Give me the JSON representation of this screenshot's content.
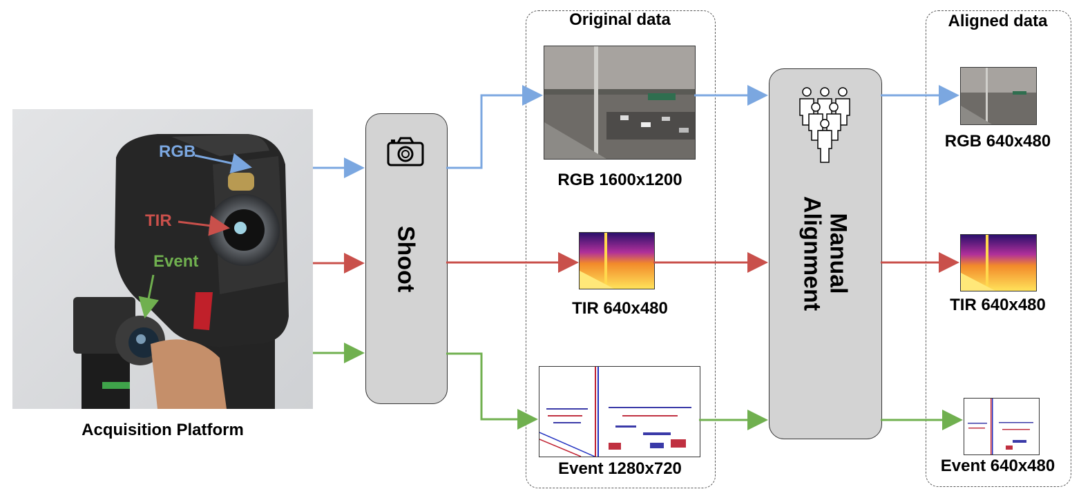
{
  "platform": {
    "caption": "Acquisition Platform",
    "callouts": {
      "rgb": "RGB",
      "tir": "TIR",
      "event": "Event"
    }
  },
  "shoot": {
    "label": "Shoot",
    "icon": "camera-icon"
  },
  "original": {
    "title": "Original data",
    "rgb_label": "RGB 1600x1200",
    "tir_label": "TIR 640x480",
    "event_label": "Event 1280x720"
  },
  "alignment": {
    "label_line1": "Manual",
    "label_line2": "Alignment",
    "icon": "people-group-icon"
  },
  "aligned": {
    "title": "Aligned data",
    "rgb_label": "RGB 640x480",
    "tir_label": "TIR 640x480",
    "event_label": "Event 640x480"
  },
  "colors": {
    "rgb": "#7ba7e0",
    "tir": "#c9504b",
    "event": "#70b04f",
    "box_fill": "#d3d3d3"
  }
}
